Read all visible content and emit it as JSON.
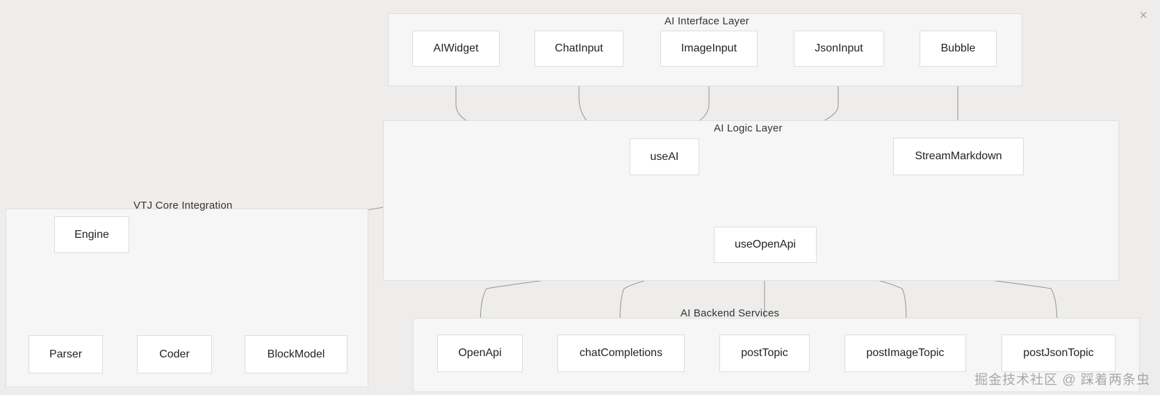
{
  "diagram": {
    "close_label": "×",
    "watermark": "掘金技术社区 @ 踩着两条虫",
    "colors": {
      "background": "#eeedec",
      "panel_fill": "#f6f6f6",
      "panel_border": "#dedede",
      "node_fill": "#ffffff",
      "node_border": "#dcdcdc",
      "edge": "#9a9a9a",
      "text": "#222222"
    },
    "groups": [
      {
        "id": "ai-interface-layer",
        "title": "AI Interface Layer",
        "nodes": [
          {
            "id": "aiwidget",
            "label": "AIWidget"
          },
          {
            "id": "chatinput",
            "label": "ChatInput"
          },
          {
            "id": "imageinput",
            "label": "ImageInput"
          },
          {
            "id": "jsoninput",
            "label": "JsonInput"
          },
          {
            "id": "bubble",
            "label": "Bubble"
          }
        ]
      },
      {
        "id": "ai-logic-layer",
        "title": "AI Logic Layer",
        "nodes": [
          {
            "id": "useai",
            "label": "useAI"
          },
          {
            "id": "streammarkdown",
            "label": "StreamMarkdown"
          },
          {
            "id": "useopenapi",
            "label": "useOpenApi"
          }
        ]
      },
      {
        "id": "vtj-core-integration",
        "title": "VTJ Core Integration",
        "nodes": [
          {
            "id": "engine",
            "label": "Engine"
          },
          {
            "id": "parser",
            "label": "Parser"
          },
          {
            "id": "coder",
            "label": "Coder"
          },
          {
            "id": "blockmodel",
            "label": "BlockModel"
          }
        ]
      },
      {
        "id": "ai-backend-services",
        "title": "AI Backend Services",
        "nodes": [
          {
            "id": "openapi",
            "label": "OpenApi"
          },
          {
            "id": "chatcompletions",
            "label": "chatCompletions"
          },
          {
            "id": "posttopic",
            "label": "postTopic"
          },
          {
            "id": "postimagetopic",
            "label": "postImageTopic"
          },
          {
            "id": "postjsontopic",
            "label": "postJsonTopic"
          }
        ]
      }
    ],
    "edges": [
      {
        "from": "aiwidget",
        "to": "useai"
      },
      {
        "from": "chatinput",
        "to": "useai"
      },
      {
        "from": "imageinput",
        "to": "useai"
      },
      {
        "from": "jsoninput",
        "to": "useai"
      },
      {
        "from": "bubble",
        "to": "streammarkdown"
      },
      {
        "from": "useai",
        "to": "useopenapi"
      },
      {
        "from": "useai",
        "to": "engine"
      },
      {
        "from": "engine",
        "to": "parser"
      },
      {
        "from": "engine",
        "to": "blockmodel"
      },
      {
        "from": "useopenapi",
        "to": "openapi"
      },
      {
        "from": "useopenapi",
        "to": "chatcompletions"
      },
      {
        "from": "useopenapi",
        "to": "posttopic"
      },
      {
        "from": "useopenapi",
        "to": "postimagetopic"
      },
      {
        "from": "useopenapi",
        "to": "postjsontopic"
      }
    ]
  }
}
